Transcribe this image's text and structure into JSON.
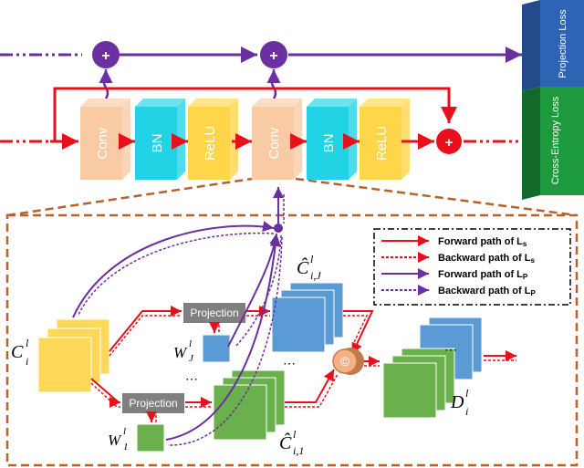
{
  "top": {
    "layers": [
      {
        "label": "Conv",
        "color": "#f9cba5"
      },
      {
        "label": "BN",
        "color": "#22d3e6"
      },
      {
        "label": "ReLU",
        "color": "#ffd54a"
      },
      {
        "label": "Conv",
        "color": "#f9cba5"
      },
      {
        "label": "BN",
        "color": "#22d3e6"
      },
      {
        "label": "ReLU",
        "color": "#ffd54a"
      }
    ],
    "add_symbol": "+",
    "loss_projection": "Projection Loss",
    "loss_cross_entropy": "Cross-Entropy Loss",
    "colors": {
      "forward": "#e8101a",
      "projection": "#6a2fa0",
      "loss_top": "#2f63b6",
      "loss_bottom": "#1d9a3d",
      "frame": "#b8612a"
    }
  },
  "legend": {
    "items": [
      {
        "text": "Forward path of L",
        "sub": "s",
        "color": "#e8101a",
        "style": "solid"
      },
      {
        "text": "Backward path of L",
        "sub": "s",
        "color": "#e8101a",
        "style": "dashed"
      },
      {
        "text": "Forward path of L",
        "sub": "P",
        "color": "#6a2fa0",
        "style": "solid"
      },
      {
        "text": "Backward path of L",
        "sub": "P",
        "color": "#6a2fa0",
        "style": "dashed"
      }
    ]
  },
  "detail": {
    "projection_label": "Projection",
    "concat_symbol": "©",
    "ellipsis": "⋯",
    "labels": {
      "C_main": "C",
      "C_sup": "l",
      "C_sub": "i",
      "Chat_J_main": "Ĉ",
      "Chat_J_sup": "l",
      "Chat_J_sub": "i,J",
      "Chat_1_main": "Ĉ",
      "Chat_1_sup": "l",
      "Chat_1_sub": "i,1",
      "W_J_main": "W",
      "W_J_sup": "l",
      "W_J_sub": "J",
      "W_1_main": "W",
      "W_1_sup": "l",
      "W_1_sub": "1",
      "D_main": "D",
      "D_sup": "l",
      "D_sub": "i"
    },
    "colors": {
      "yellow": "#ffd85a",
      "blue": "#5b9bd5",
      "green": "#6ab04c",
      "gray": "#7f7f7f",
      "concat": "#f4b183"
    }
  }
}
